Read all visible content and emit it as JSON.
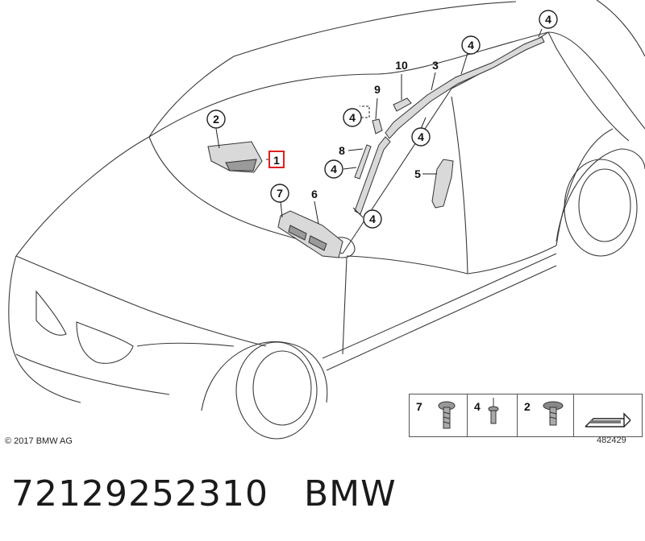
{
  "callouts": {
    "c1": "1",
    "c2": "2",
    "c3": "3",
    "c4": "4",
    "c5": "5",
    "c6": "6",
    "c7": "7",
    "c8": "8",
    "c9": "9",
    "c10": "10"
  },
  "highlighted_callout": "1",
  "highlight_color": "#e02020",
  "copyright": "© 2017 BMW AG",
  "diagram_number": "482429",
  "legend": {
    "items": [
      {
        "label": "7",
        "icon": "torx-screw-icon"
      },
      {
        "label": "4",
        "icon": "rivet-icon"
      },
      {
        "label": "2",
        "icon": "flange-screw-icon"
      },
      {
        "label": "",
        "icon": "direction-arrow-icon"
      }
    ]
  },
  "caption": {
    "part_number": "72129252310",
    "brand": "BMW"
  }
}
